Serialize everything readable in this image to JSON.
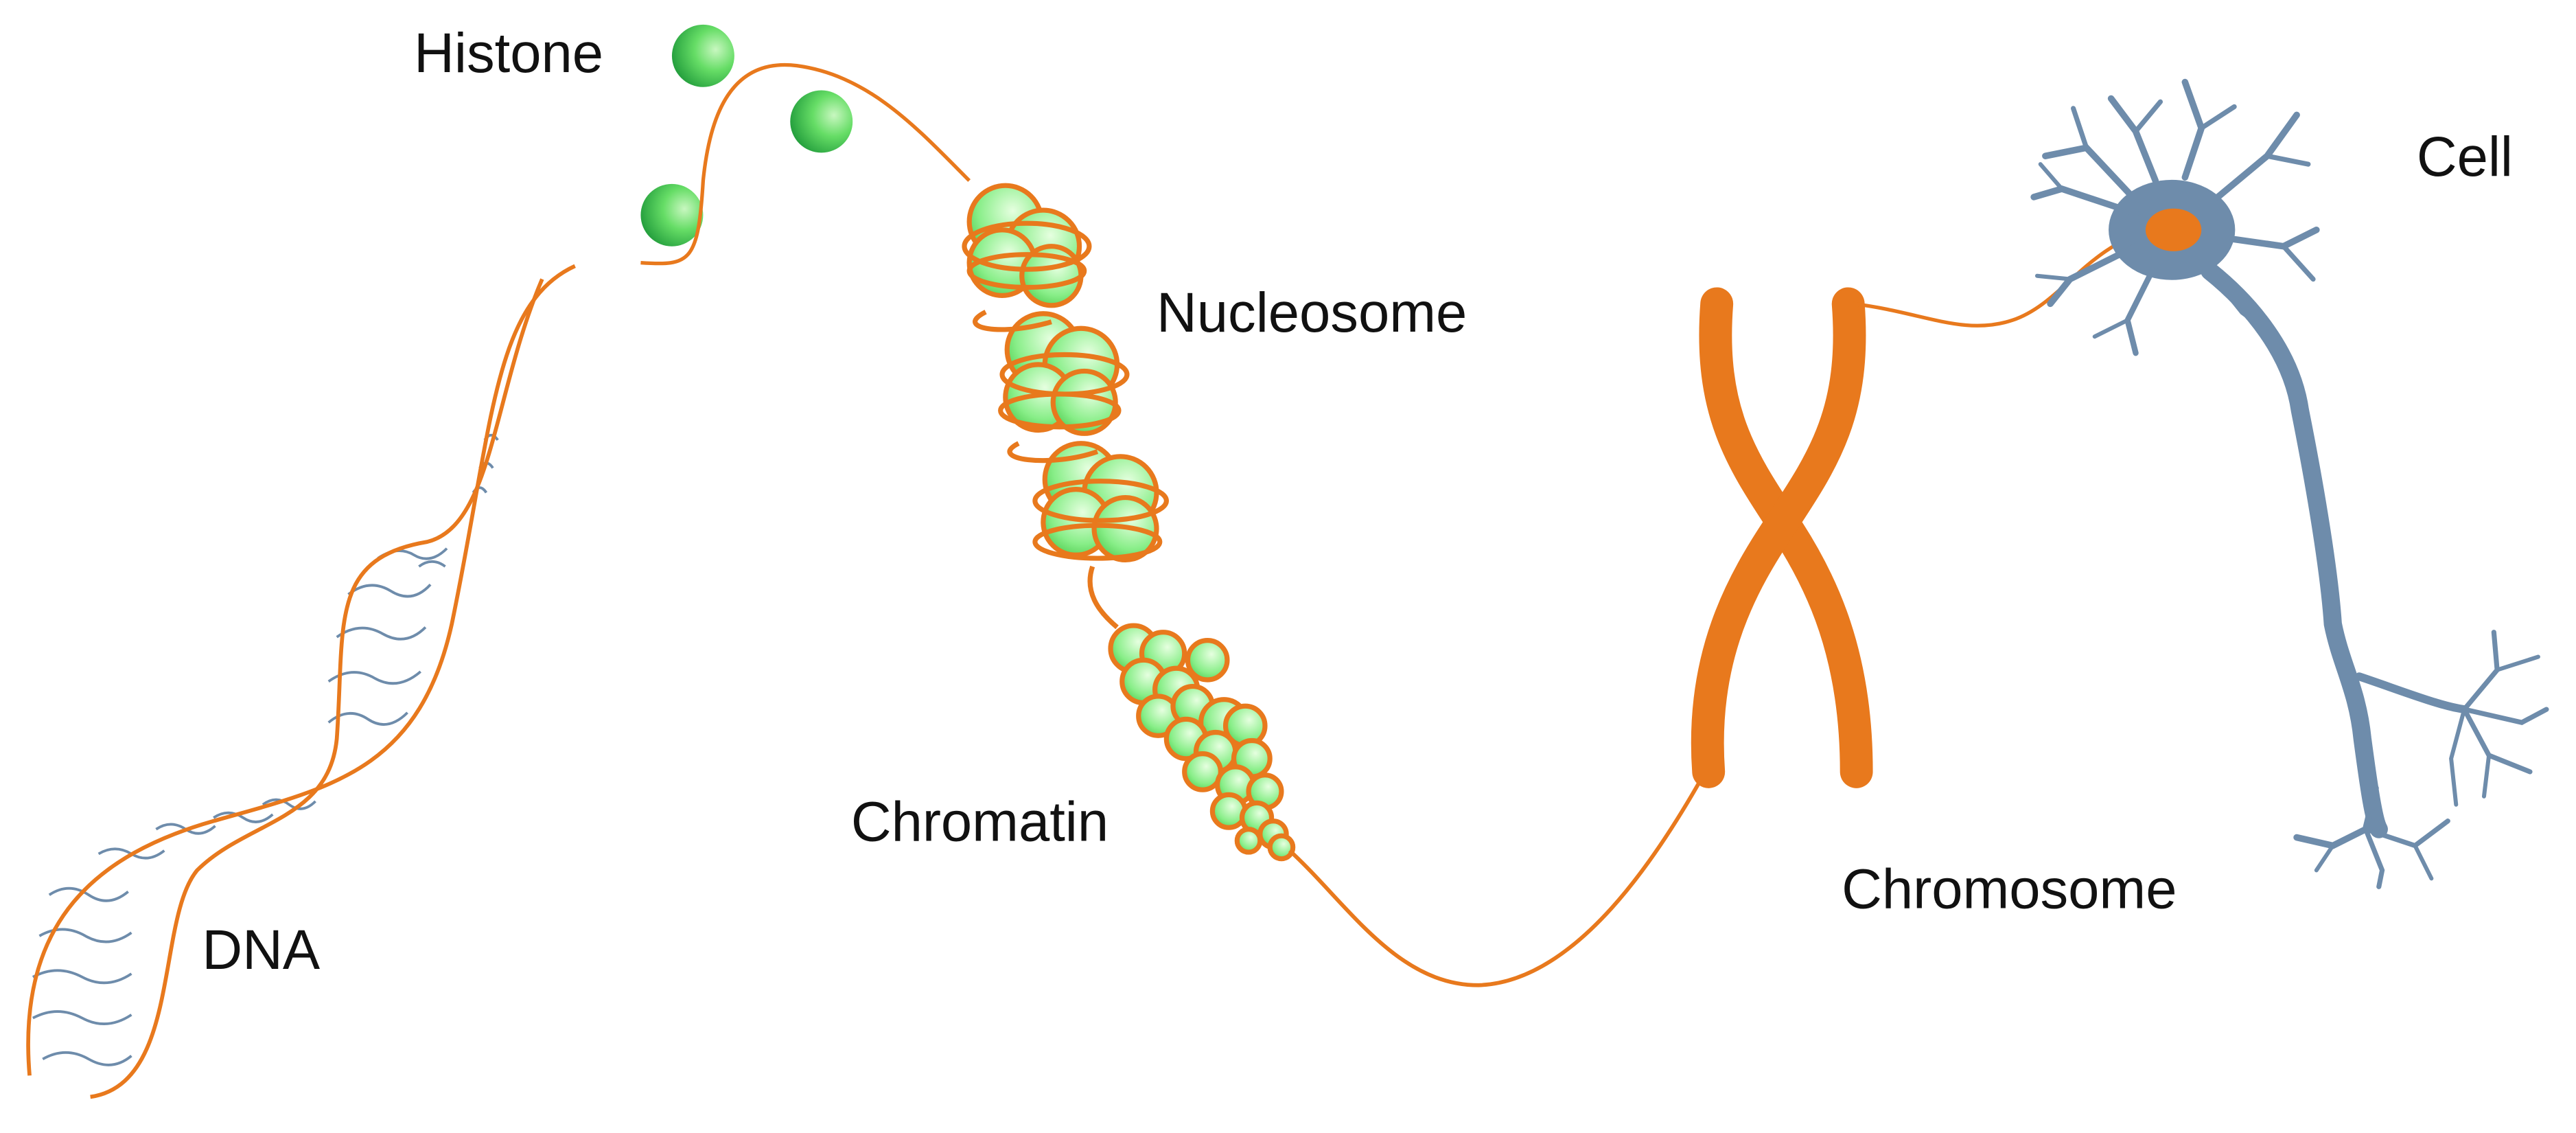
{
  "labels": {
    "histone": "Histone",
    "nucleosome": "Nucleosome",
    "chromatin": "Chromatin",
    "dna": "DNA",
    "chromosome": "Chromosome",
    "cell": "Cell"
  },
  "colors": {
    "strand": "#E8791D",
    "histone_light": "#c8f7c0",
    "histone_mid": "#66dd66",
    "histone_dark": "#1f9a3a",
    "base_pair": "#6e8cab",
    "neuron": "#6e8cab",
    "nucleus": "#E8791D"
  },
  "icons": {
    "neuron": "neuron-cell-icon",
    "chromosome": "x-chromosome-icon"
  }
}
